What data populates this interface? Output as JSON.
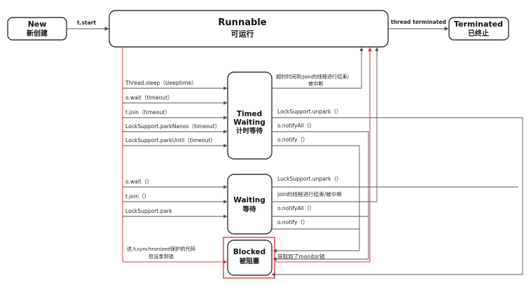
{
  "states": {
    "new": {
      "line1": "New",
      "line2": "新创建"
    },
    "runnable": {
      "line1": "Runnable",
      "line2": "可运行"
    },
    "terminated": {
      "line1": "Terminated",
      "line2": "已终止"
    },
    "timed_waiting": {
      "line1": "Timed",
      "line2": "Waiting",
      "line3": "计时等待"
    },
    "waiting": {
      "line1": "Waiting",
      "line2": "等待"
    },
    "blocked": {
      "line1": "Blocked",
      "line2": "被阻塞"
    }
  },
  "transitions": {
    "start": "t.start",
    "terminate": "thread terminated",
    "timed_in": [
      "Thread.sleep（sleeptime）",
      "o.wait（timeout）",
      "t.join（timeout）",
      "LockSupport.parkNanos（timeout）",
      "LockSupport.parkUntil（timeout）"
    ],
    "timed_out_1a": "超时时间到/join的线程进行结束/",
    "timed_out_1b": "被中断",
    "timed_out": [
      "LockSupport.unpark（）",
      "o.notifyAll（）",
      "o.notify（）"
    ],
    "waiting_in": [
      "o.wait（）",
      "t.join（）",
      "LockSupport.park"
    ],
    "waiting_out": [
      "LuckSupport.unpark（）",
      "join的线程进行结束/被中断",
      "o.notifyAll（）",
      "o.notify（）"
    ],
    "blocked_in_a": "进入synchronized保护的代码",
    "blocked_in_b": "但没拿到锁",
    "blocked_out": "获取到了monitor锁"
  },
  "colors": {
    "line": "#555555",
    "red": "#e53935",
    "border": "#333333"
  }
}
